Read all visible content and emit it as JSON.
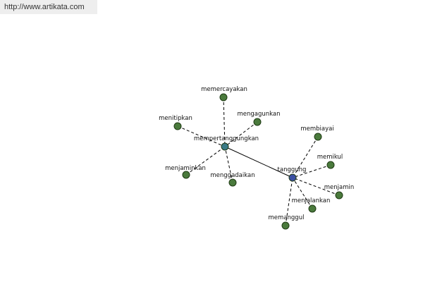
{
  "header": {
    "site_url": "http://www.artikata.com"
  },
  "colors": {
    "leaf_fill": "#4a7a3c",
    "leaf_stroke": "#1f3a14",
    "hub_primary_fill": "#3a7a86",
    "hub_secondary_fill": "#3b4fa3",
    "edge": "#000000"
  },
  "graph": {
    "hubs": [
      {
        "id": "mempertanggungkan",
        "label": "mempertanggungkan"
      },
      {
        "id": "tanggung",
        "label": "tanggung"
      }
    ],
    "leaves": [
      {
        "id": "memercayakan",
        "label": "memercayakan",
        "hub": "mempertanggungkan"
      },
      {
        "id": "menitipkan",
        "label": "menitipkan",
        "hub": "mempertanggungkan"
      },
      {
        "id": "mengagunkan",
        "label": "mengagunkan",
        "hub": "mempertanggungkan"
      },
      {
        "id": "menjaminkan",
        "label": "menjaminkan",
        "hub": "mempertanggungkan"
      },
      {
        "id": "menggadaikan",
        "label": "menggadaikan",
        "hub": "mempertanggungkan"
      },
      {
        "id": "membiayai",
        "label": "membiayai",
        "hub": "tanggung"
      },
      {
        "id": "memikul",
        "label": "memikul",
        "hub": "tanggung"
      },
      {
        "id": "menjamin",
        "label": "menjamin",
        "hub": "tanggung"
      },
      {
        "id": "menjalankan",
        "label": "menjalankan",
        "hub": "tanggung"
      },
      {
        "id": "memanggul",
        "label": "memanggul",
        "hub": "tanggung"
      }
    ],
    "hub_link": {
      "from": "mempertanggungkan",
      "to": "tanggung"
    }
  }
}
